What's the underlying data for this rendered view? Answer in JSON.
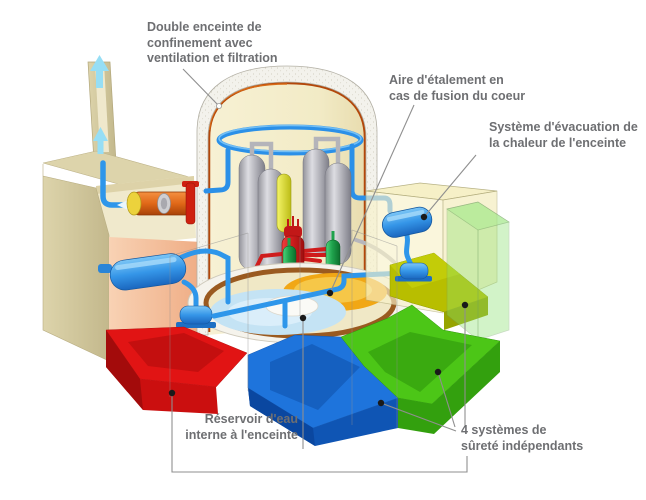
{
  "diagram": {
    "labels": {
      "double_enceinte": "Double enceinte de\nconfinement avec\nventilation et filtration",
      "aire_etalement": "Aire d'étalement en\ncas de fusion du coeur",
      "systeme_evacuation": "Système d'évacuation de\nla chaleur de l'enceinte",
      "reservoir": "Réservoir d'eau\ninterne à l'enceinte",
      "quatre_systemes": "4 systèmes de\nsûreté indépendants"
    },
    "palette": {
      "label_text": "#6e6f72",
      "leader_line": "#8f8f8f",
      "safety_division_red": "#e11414",
      "safety_division_blue": "#1e74dc",
      "safety_division_green": "#4cc617",
      "safety_division_olive": "#b8be00",
      "water_pool": "#c4e3f4",
      "core_spreading_area": "#f1a715",
      "water_pipes": "#2e96ea",
      "containment_liner": "#b3470a",
      "concrete_shell": "#f3f2ec",
      "building_tan": "#d6cda2",
      "cut_concrete_salmon": "#f4bd9c",
      "steam_generator_gray": "#b9b9be",
      "pressurizer_yellow": "#e9e64e",
      "reactor_red": "#d42020",
      "pump_green": "#1fa24c",
      "filter_orange": "#e06818",
      "ventilation_arrow": "#96def5"
    },
    "parts": [
      {
        "id": "ventilation-stack",
        "color": "#d6cda2"
      },
      {
        "id": "filtration-unit",
        "color": "#e06818"
      },
      {
        "id": "double-containment-shell",
        "color": "#f3f2ec"
      },
      {
        "id": "containment-spray-ring",
        "color": "#2e96ea"
      },
      {
        "id": "steam-generators",
        "color": "#b9b9be"
      },
      {
        "id": "pressurizer",
        "color": "#e9e64e"
      },
      {
        "id": "reactor-vessel",
        "color": "#d42020"
      },
      {
        "id": "primary-pumps",
        "color": "#1fa24c"
      },
      {
        "id": "in-containment-water-tank",
        "color": "#c4e3f4"
      },
      {
        "id": "core-spreading-area",
        "color": "#f1a715"
      },
      {
        "id": "heat-removal-exchanger",
        "color": "#2e96ea"
      },
      {
        "id": "safety-division-red",
        "color": "#e11414"
      },
      {
        "id": "safety-division-blue",
        "color": "#1e74dc"
      },
      {
        "id": "safety-division-green",
        "color": "#4cc617"
      },
      {
        "id": "safety-division-olive",
        "color": "#b8be00"
      }
    ]
  }
}
